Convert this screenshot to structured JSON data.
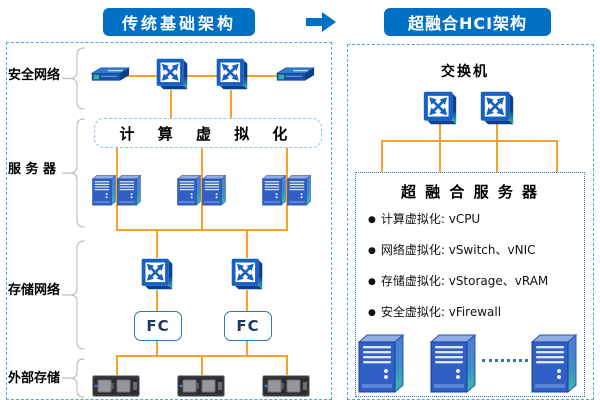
{
  "titles": {
    "left_banner": "传统基础架构",
    "right_banner": "超融合HCI架构"
  },
  "left_panel": {
    "row_labels": {
      "security_network": "安全网络",
      "servers": "服 务 器",
      "storage_network": "存储网络",
      "external_storage": "外部存储"
    },
    "compute_box_label": "计 算 虚 拟 化",
    "fc_labels": [
      "FC",
      "FC"
    ]
  },
  "right_panel": {
    "switch_label": "交换机",
    "hci_box": {
      "title": "超 融 合 服 务 器",
      "bullets": [
        "计算虚拟化: vCPU",
        "网络虚拟化: vSwitch、vNIC",
        "存储虚拟化: vStorage、vRAM",
        "安全虚拟化: vFirewall"
      ]
    }
  },
  "icons": {
    "switch": "crossed-arrows-switch",
    "server": "tower-server",
    "appliance": "network-appliance",
    "storage": "rack-storage",
    "arrow": "right-arrow"
  },
  "colors": {
    "banner_blue": "#0070C5",
    "line_orange": "#F6A12B",
    "panel_border_blue": "#4FA8DC",
    "box_border_blue": "#2E75B6",
    "device_blue": "#305FC6",
    "teal_accent": "#35BFA6"
  }
}
